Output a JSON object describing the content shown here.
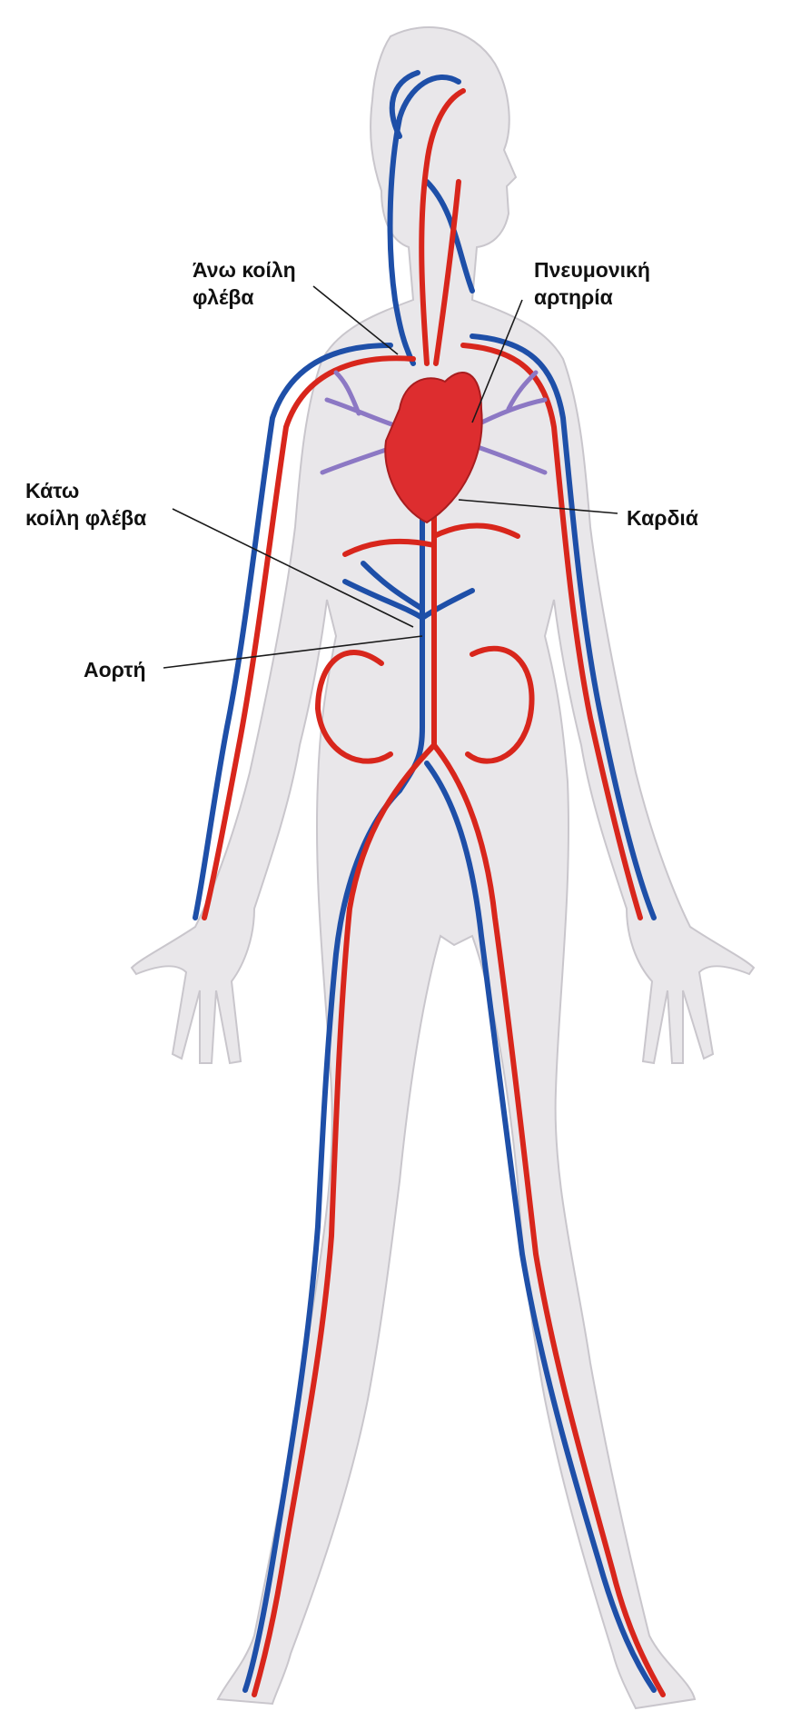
{
  "colors": {
    "artery": "#d8261c",
    "vein": "#1e4fa8",
    "pulmonary": "#8c78c4",
    "body": "#e9e7ea",
    "body_outline": "#c9c6cc",
    "heart": "#dd2d2f",
    "leader_line": "#1a1a1a"
  },
  "labels": {
    "superior_vena_cava": [
      "Άνω κοίλη",
      "φλέβα"
    ],
    "pulmonary_artery": [
      "Πνευμονική",
      "αρτηρία"
    ],
    "inferior_vena_cava": [
      "Κάτω",
      "κοίλη φλέβα"
    ],
    "heart": [
      "Καρδιά"
    ],
    "aorta": [
      "Αορτή"
    ]
  }
}
